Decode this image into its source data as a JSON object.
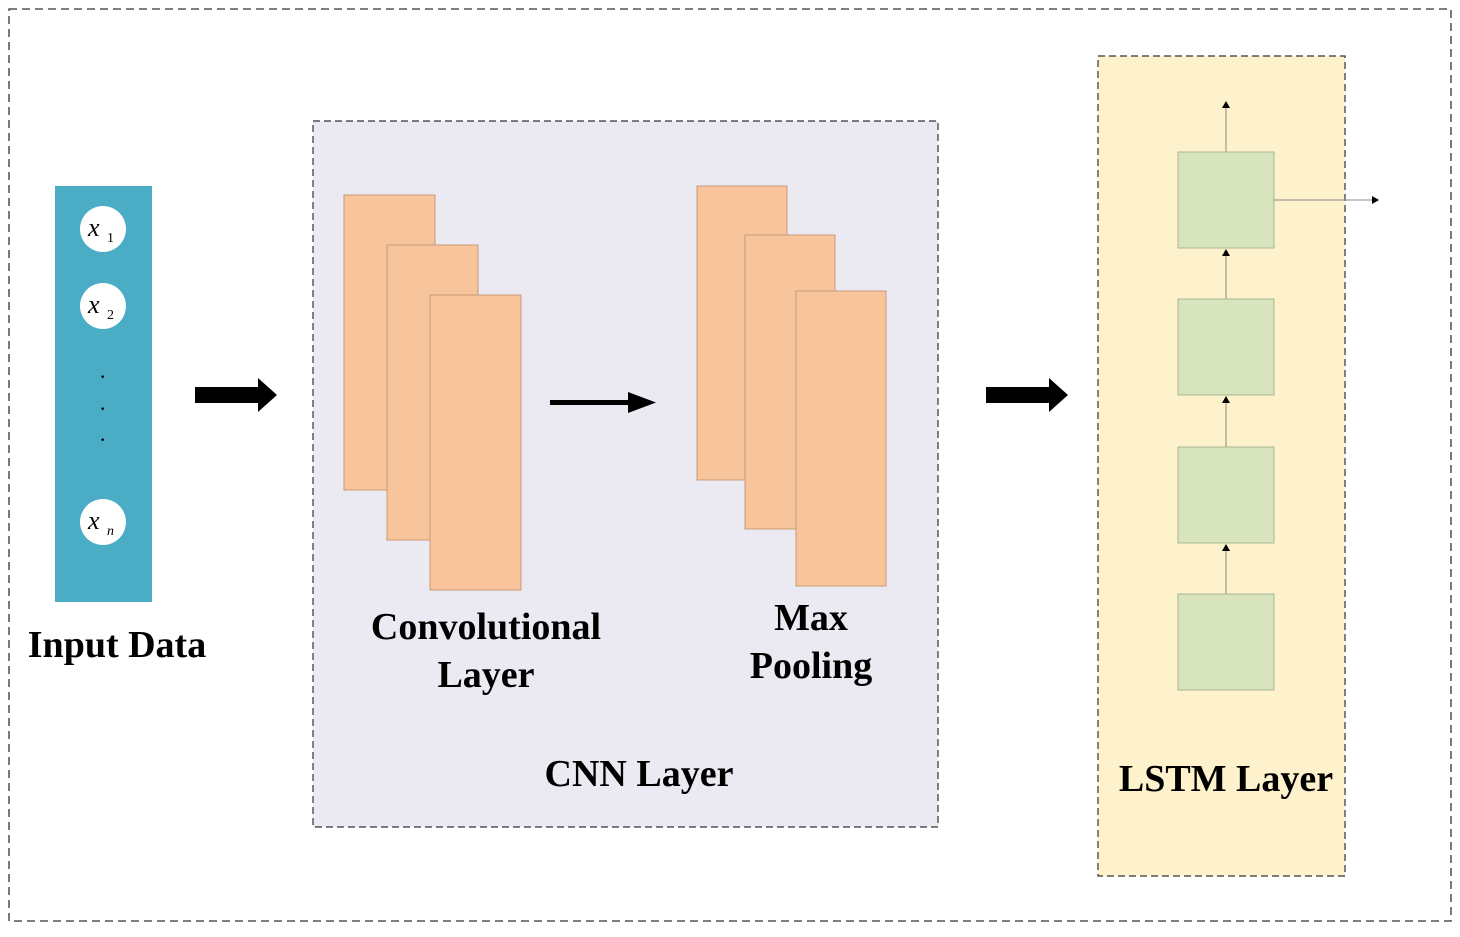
{
  "input": {
    "label": "Input Data",
    "nodes": [
      {
        "var": "x",
        "sub": "1"
      },
      {
        "var": "x",
        "sub": "2"
      },
      {
        "var": "x",
        "sub": "n"
      }
    ],
    "ellipsis": "·"
  },
  "cnn": {
    "title": "CNN Layer",
    "conv_label_line1": "Convolutional",
    "conv_label_line2": "Layer",
    "pool_label_line1": "Max",
    "pool_label_line2": "Pooling"
  },
  "lstm": {
    "title": "LSTM Layer"
  },
  "colors": {
    "input_bar": "#4bacc6",
    "cnn_panel": "#ebe9f1",
    "feature_map": "#f8c49c",
    "feature_map_stroke": "#c99a78",
    "lstm_panel": "#fef2cc",
    "lstm_cell": "#d7e4bd",
    "lstm_cell_stroke": "#a9b894",
    "border": "#333333"
  }
}
